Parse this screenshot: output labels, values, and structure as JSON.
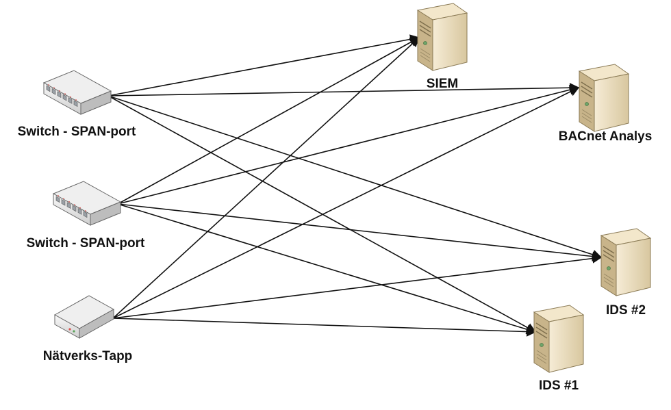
{
  "colors": {
    "line": "#111111",
    "label": "#111111",
    "server_body": "#e9dcc0",
    "server_side": "#c8b48a",
    "device_body": "#f4f4f4",
    "device_side": "#bdbdbd",
    "port_led": "#d9534f"
  },
  "nodes": [
    {
      "id": "switch1",
      "kind": "switch",
      "label": "Switch - SPAN-port",
      "icon": "network-switch-icon"
    },
    {
      "id": "switch2",
      "kind": "switch",
      "label": "Switch - SPAN-port",
      "icon": "network-switch-icon"
    },
    {
      "id": "tap",
      "kind": "tap",
      "label": "Nätverks-Tapp",
      "icon": "network-tap-icon"
    },
    {
      "id": "siem",
      "kind": "server",
      "label": "SIEM",
      "icon": "server-icon"
    },
    {
      "id": "bacnet",
      "kind": "server",
      "label": "BACnet Analys",
      "icon": "server-icon"
    },
    {
      "id": "ids2",
      "kind": "server",
      "label": "IDS #2",
      "icon": "server-icon"
    },
    {
      "id": "ids1",
      "kind": "server",
      "label": "IDS #1",
      "icon": "server-icon"
    }
  ],
  "edges": [
    {
      "from": "switch1",
      "to": "siem"
    },
    {
      "from": "switch1",
      "to": "bacnet"
    },
    {
      "from": "switch1",
      "to": "ids2"
    },
    {
      "from": "switch1",
      "to": "ids1"
    },
    {
      "from": "switch2",
      "to": "siem"
    },
    {
      "from": "switch2",
      "to": "bacnet"
    },
    {
      "from": "switch2",
      "to": "ids2"
    },
    {
      "from": "switch2",
      "to": "ids1"
    },
    {
      "from": "tap",
      "to": "siem"
    },
    {
      "from": "tap",
      "to": "bacnet"
    },
    {
      "from": "tap",
      "to": "ids2"
    },
    {
      "from": "tap",
      "to": "ids1"
    }
  ]
}
